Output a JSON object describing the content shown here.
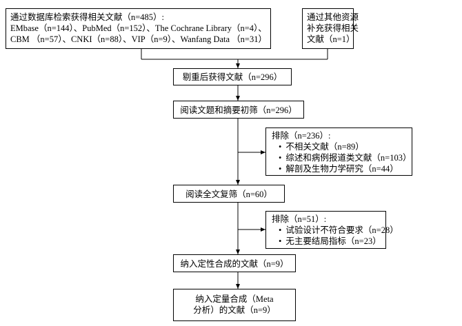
{
  "flowchart": {
    "search_box": {
      "line1": "通过数据库检索获得相关文献（n=485）:",
      "line2": "EMbase（n=144）、PubMed（n=152）、The Cochrane Library（n=4）、",
      "line3": "CBM （n=57）、CNKI（n=88）、VIP（n=9）、Wanfang Data （n=31）"
    },
    "other_box": {
      "line1": "通过其他资源",
      "line2": "补充获得相关",
      "line3": "文献（n=1）"
    },
    "dedup_box": {
      "text": "剔重后获得文献（n=296）"
    },
    "screen_box": {
      "text": "阅读文题和摘要初筛（n=296）"
    },
    "exclude1_box": {
      "title": "排除（n=236）:",
      "items": [
        "不相关文献（n=89）",
        "综述和病例报道类文献（n=103）",
        "解剖及生物力学研究（n=44）"
      ]
    },
    "fulltext_box": {
      "text": "阅读全文复筛（n=60）"
    },
    "exclude2_box": {
      "title": "排除（n=51）:",
      "items": [
        "试验设计不符合要求（n=28）",
        "无主要结局指标（n=23）"
      ]
    },
    "qualitative_box": {
      "text": "纳入定性合成的文献（n=9）"
    },
    "quantitative_box": {
      "line1": "纳入定量合成（Meta",
      "line2": "分析）的文献（n=9）"
    }
  }
}
